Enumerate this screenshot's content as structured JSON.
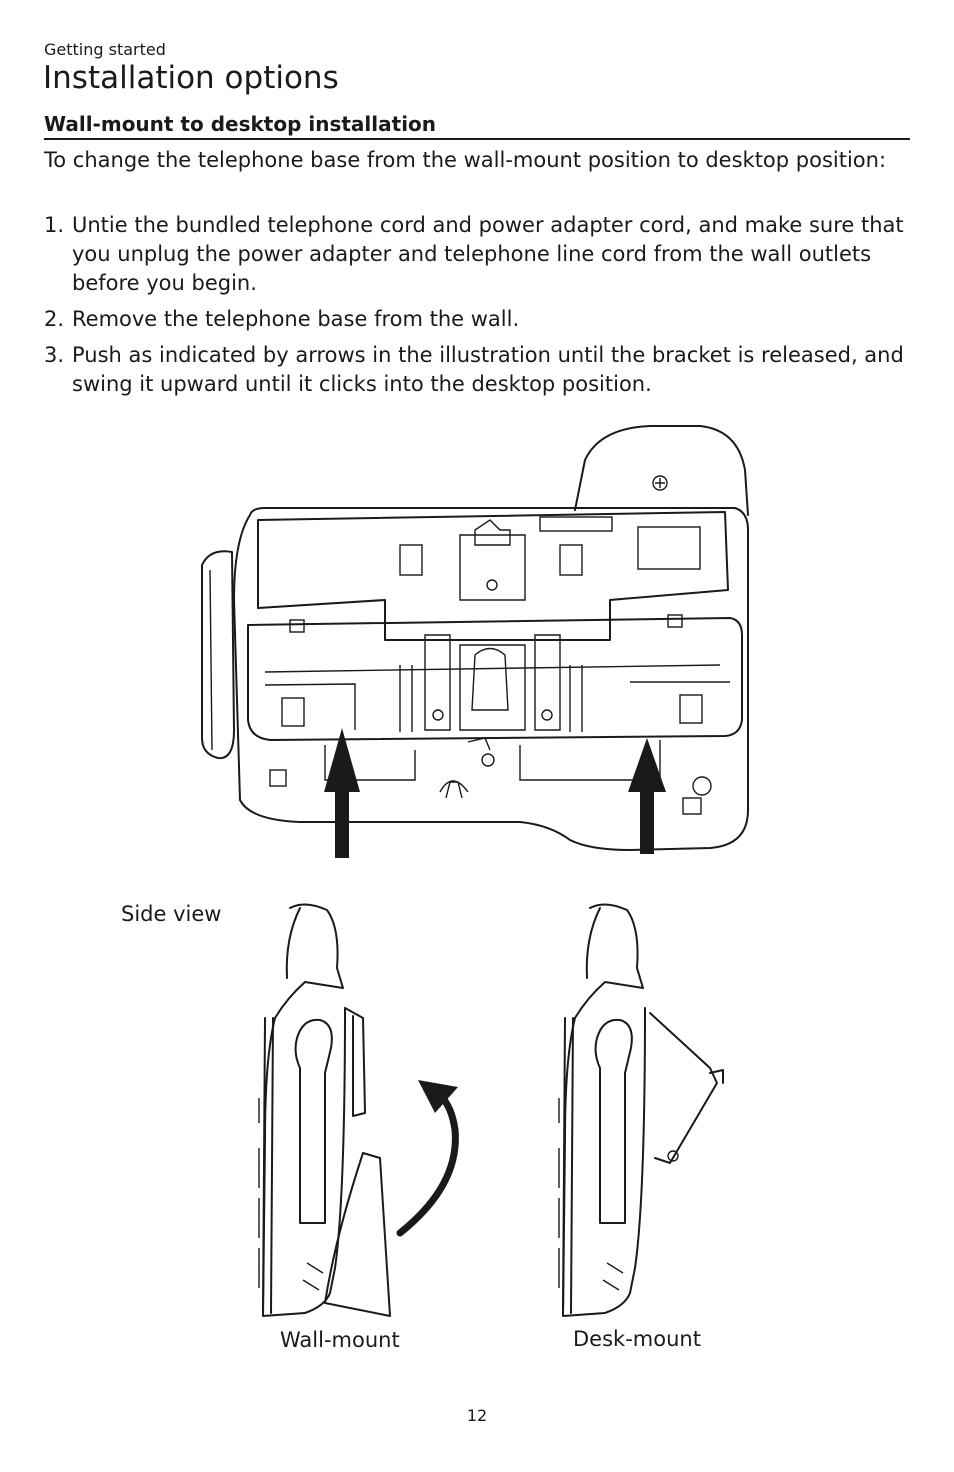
{
  "header": {
    "section": "Getting started",
    "title": "Installation options"
  },
  "subsection": {
    "title": "Wall-mount to desktop installation"
  },
  "intro": "To change the telephone base from the wall-mount position to desktop position:",
  "steps": [
    {
      "num": "1.",
      "text": "Untie the bundled telephone cord and power adapter cord, and make sure that you unplug the power adapter and telephone line cord from the wall outlets before you begin."
    },
    {
      "num": "2.",
      "text": "Remove the telephone base from the wall."
    },
    {
      "num": "3.",
      "text": "Push as indicated by arrows in the illustration until the bracket is released, and swing it upward until it clicks into the desktop position."
    }
  ],
  "figure": {
    "side_view_label": "Side view",
    "wall_mount_label": "Wall-mount",
    "desk_mount_label": "Desk-mount"
  },
  "footer": {
    "page_number": "12"
  }
}
